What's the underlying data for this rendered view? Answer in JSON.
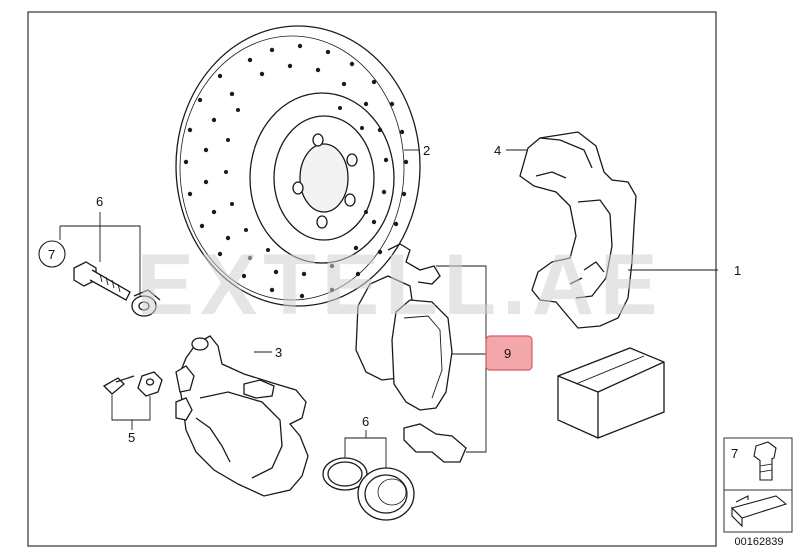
{
  "watermark": "EXTELL.AE",
  "document_id": "00162839",
  "legend_callout": "7",
  "callouts": {
    "c1": "1",
    "c2": "2",
    "c3": "3",
    "c4": "4",
    "c5": "5",
    "c6_top": "6",
    "c6_bottom": "6",
    "c7": "7",
    "c9": "9"
  },
  "colors": {
    "line": "#1a1a1a",
    "highlight_fill": "#f3a3a6",
    "highlight_stroke": "#d8545b",
    "watermark": "#d6d6d6"
  }
}
